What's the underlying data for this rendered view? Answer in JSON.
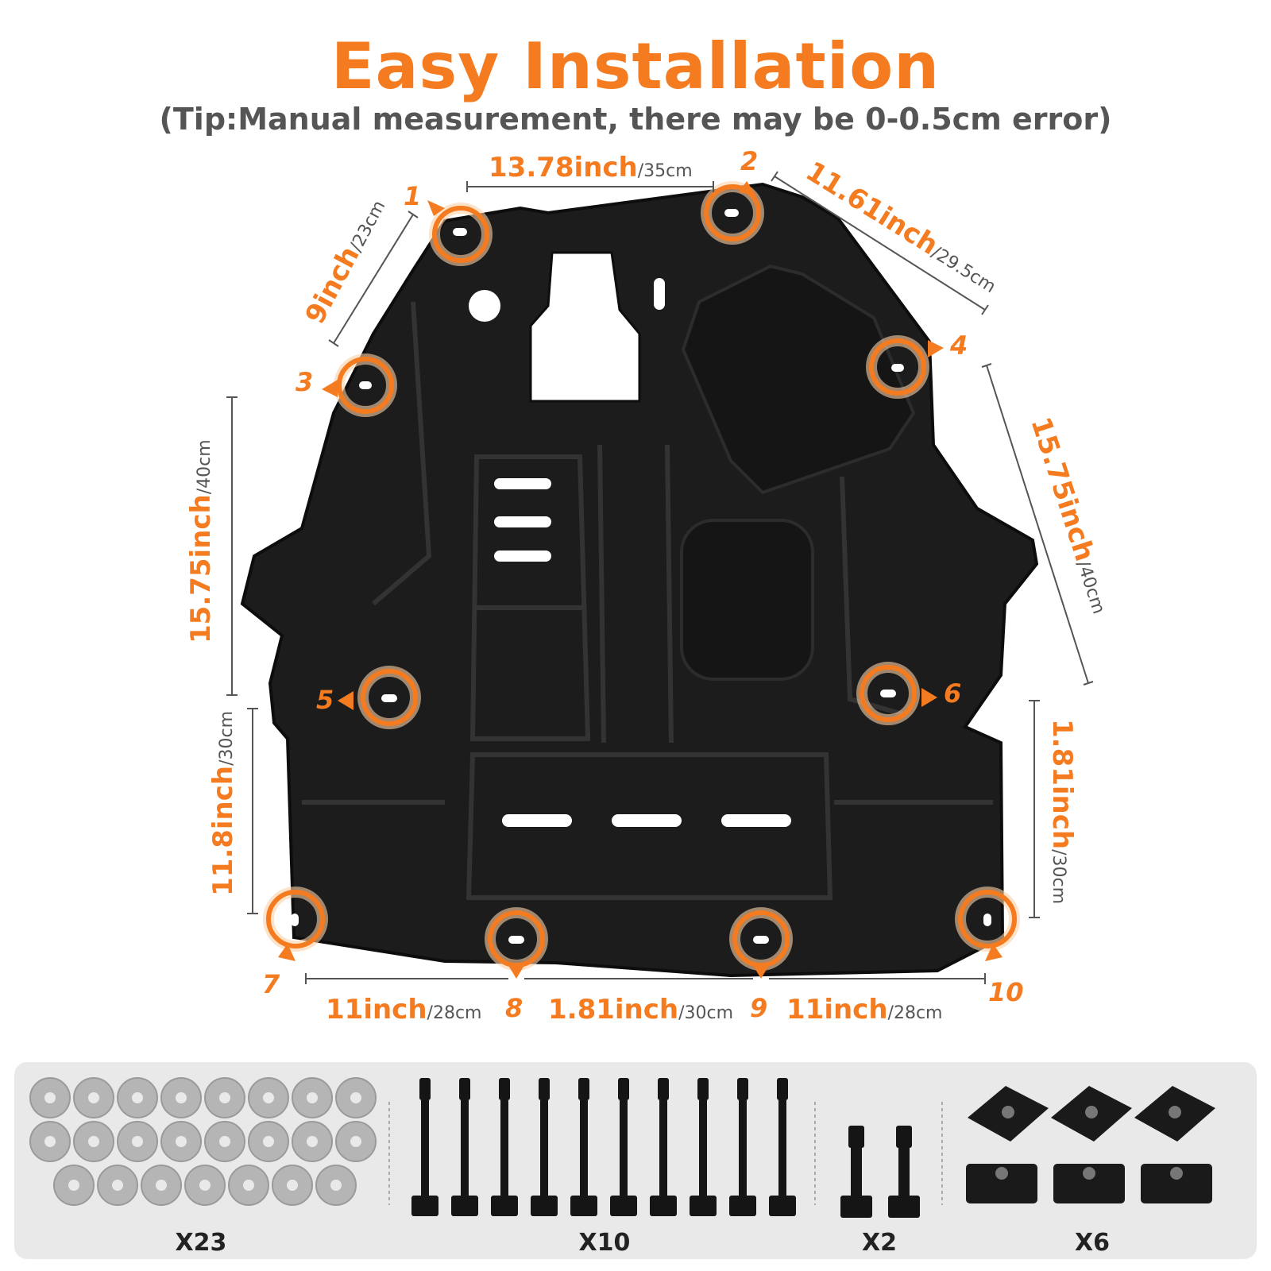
{
  "header": {
    "title": "Easy Installation",
    "subtitle": "(Tip:Manual measurement, there may be 0-0.5cm error)"
  },
  "mount_points": [
    "1",
    "2",
    "3",
    "4",
    "5",
    "6",
    "7",
    "8",
    "9",
    "10"
  ],
  "dimensions": {
    "top": {
      "inch": "13.78inch",
      "cm": "/35cm"
    },
    "upper_left": {
      "inch": "9inch",
      "cm": "/23cm"
    },
    "upper_right": {
      "inch": "11.61inch",
      "cm": "/29.5cm"
    },
    "left_upper": {
      "inch": "15.75inch",
      "cm": "/40cm"
    },
    "left_lower": {
      "inch": "11.8inch",
      "cm": "/30cm"
    },
    "right_upper": {
      "inch": "15.75inch",
      "cm": "/40cm"
    },
    "right_lower": {
      "inch": "1.81inch",
      "cm": "/30cm"
    },
    "bottom_left": {
      "inch": "11inch",
      "cm": "/28cm"
    },
    "bottom_middle": {
      "inch": "1.81inch",
      "cm": "/30cm"
    },
    "bottom_right": {
      "inch": "11inch",
      "cm": "/28cm"
    }
  },
  "hardware": {
    "washers": {
      "label": "X23",
      "icon": "washer-icon"
    },
    "long_bolts": {
      "label": "X10",
      "icon": "bolt-icon"
    },
    "short_bolts": {
      "label": "X2",
      "icon": "bolt-icon"
    },
    "clips": {
      "label": "X6",
      "icon": "u-nut-clip-icon"
    }
  },
  "colors": {
    "accent": "#f47b20",
    "plate": "#1c1c1c",
    "panel": "#e9e9e9"
  }
}
